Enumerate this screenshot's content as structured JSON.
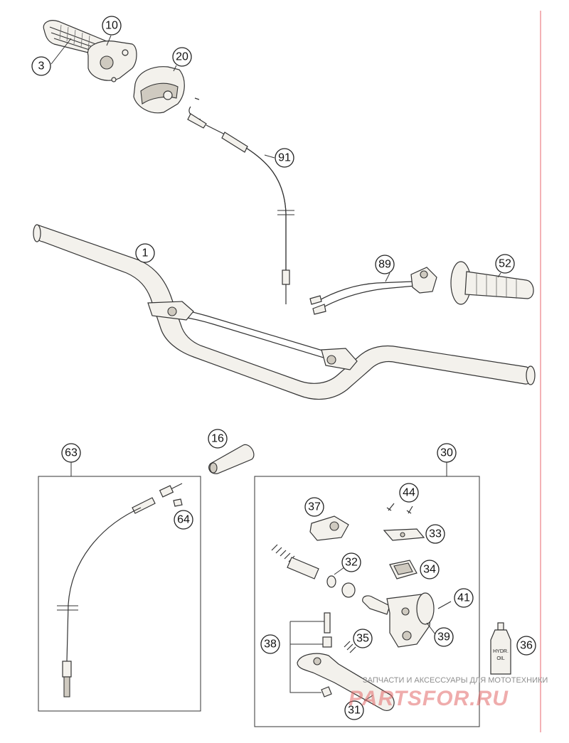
{
  "callouts": [
    {
      "id": "c10",
      "label": "10"
    },
    {
      "id": "c3",
      "label": "3"
    },
    {
      "id": "c20",
      "label": "20"
    },
    {
      "id": "c91",
      "label": "91"
    },
    {
      "id": "c1",
      "label": "1"
    },
    {
      "id": "c89",
      "label": "89"
    },
    {
      "id": "c52",
      "label": "52"
    },
    {
      "id": "c16",
      "label": "16"
    },
    {
      "id": "c63",
      "label": "63"
    },
    {
      "id": "c30",
      "label": "30"
    },
    {
      "id": "c64",
      "label": "64"
    },
    {
      "id": "c44",
      "label": "44"
    },
    {
      "id": "c37",
      "label": "37"
    },
    {
      "id": "c33",
      "label": "33"
    },
    {
      "id": "c32",
      "label": "32"
    },
    {
      "id": "c34",
      "label": "34"
    },
    {
      "id": "c41",
      "label": "41"
    },
    {
      "id": "c38",
      "label": "38"
    },
    {
      "id": "c35",
      "label": "35"
    },
    {
      "id": "c39",
      "label": "39"
    },
    {
      "id": "c36",
      "label": "36"
    },
    {
      "id": "c31",
      "label": "31"
    }
  ],
  "bottle_label": {
    "line1": "HYDR.",
    "line2": "OIL"
  },
  "watermark": {
    "subtitle": "ЗАПЧАСТИ И АКСЕССУАРЫ ДЛЯ МОТОТЕХНИКИ",
    "brand": "PARTSFOR.RU"
  },
  "colors": {
    "margin_line": "#e8646c",
    "ink": "#333333",
    "watermark": "#e36a6a"
  }
}
